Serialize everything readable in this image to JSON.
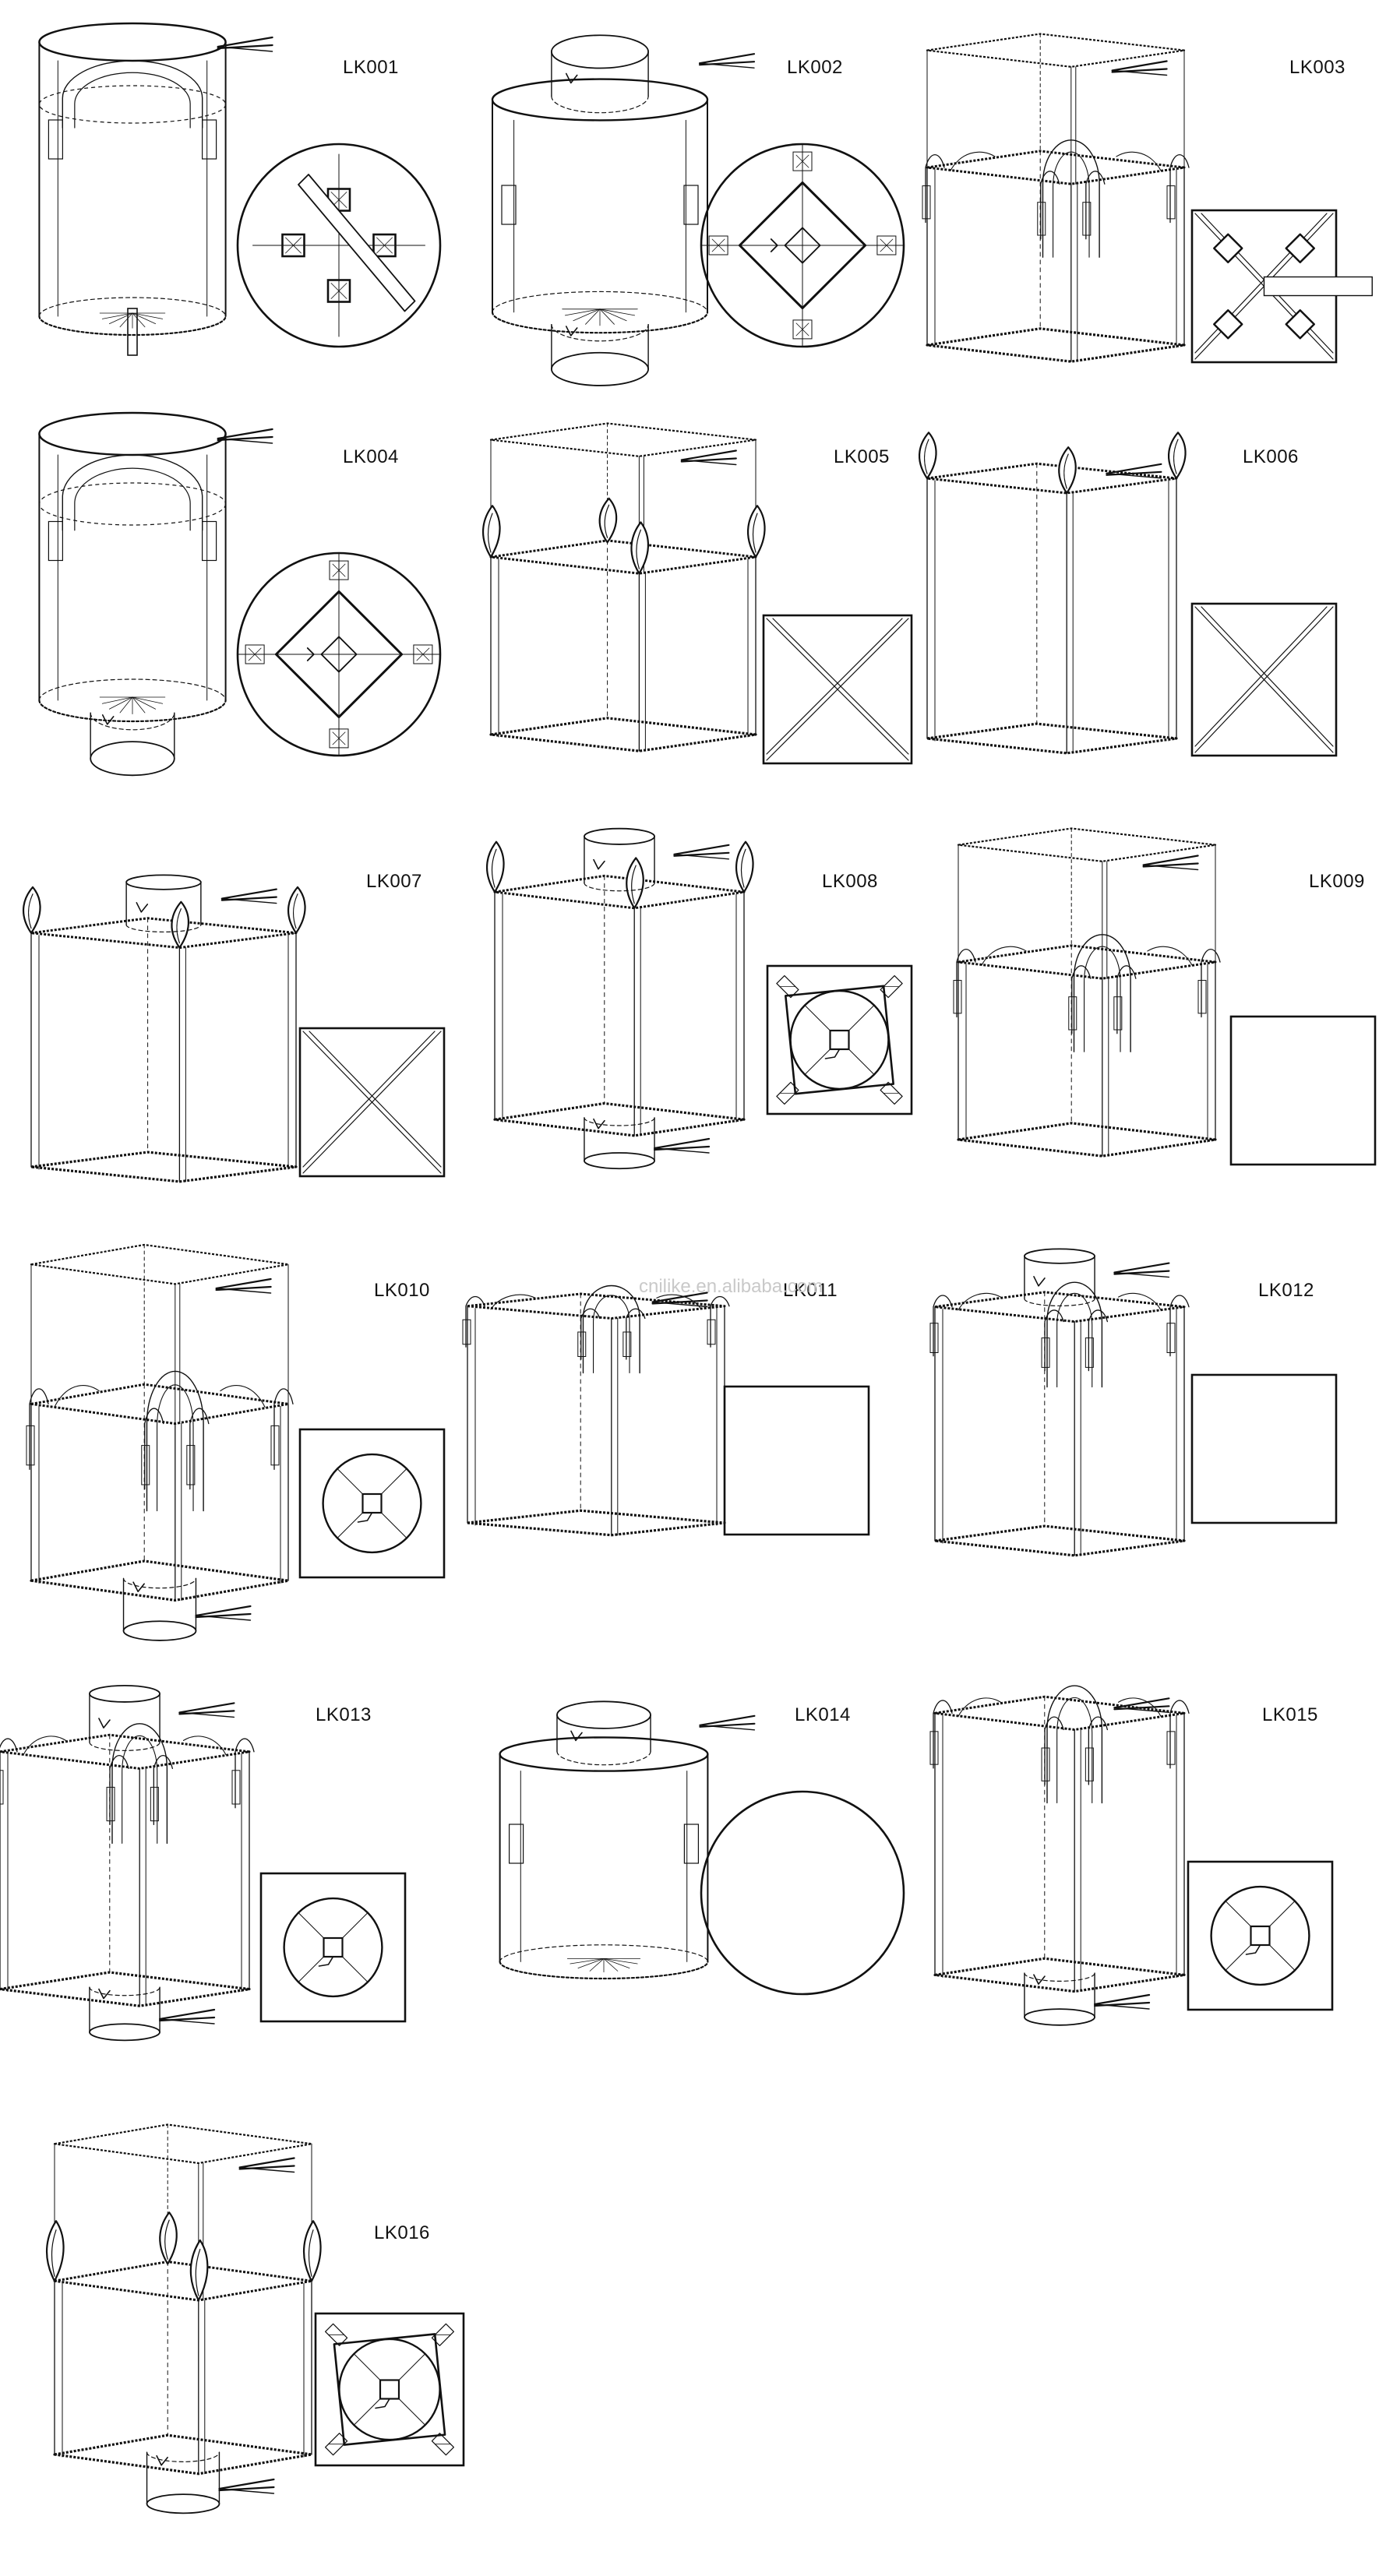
{
  "watermark": "cnilike.en.alibaba.com",
  "products": [
    {
      "code": "LK001",
      "shape": "cylinder",
      "top": "open",
      "bottom": "spout-plug",
      "loops": "cross-corner",
      "plan": "circle-4-loops"
    },
    {
      "code": "LK002",
      "shape": "cylinder",
      "top": "spout",
      "bottom": "spout",
      "loops": "side-seam",
      "plan": "circle-diamond"
    },
    {
      "code": "LK003",
      "shape": "square",
      "top": "duffle",
      "bottom": "flat",
      "loops": "cross-corner",
      "plan": "square-x-loops"
    },
    {
      "code": "LK004",
      "shape": "cylinder",
      "top": "open",
      "bottom": "spout",
      "loops": "cross-corner",
      "plan": "circle-diamond"
    },
    {
      "code": "LK005",
      "shape": "square",
      "top": "duffle",
      "bottom": "flat",
      "loops": "petal",
      "plan": "square-x"
    },
    {
      "code": "LK006",
      "shape": "square",
      "top": "open",
      "bottom": "flat",
      "loops": "petal",
      "plan": "square-x"
    },
    {
      "code": "LK007",
      "shape": "square",
      "top": "spout",
      "bottom": "flat",
      "loops": "petal",
      "plan": "square-x"
    },
    {
      "code": "LK008",
      "shape": "square",
      "top": "spout",
      "bottom": "spout",
      "loops": "petal",
      "plan": "square-circle-loops"
    },
    {
      "code": "LK009",
      "shape": "square",
      "top": "duffle",
      "bottom": "flat",
      "loops": "cross-corner",
      "plan": "square"
    },
    {
      "code": "LK010",
      "shape": "square",
      "top": "duffle",
      "bottom": "spout",
      "loops": "cross-corner",
      "plan": "square-circle"
    },
    {
      "code": "LK011",
      "shape": "square",
      "top": "open",
      "bottom": "flat",
      "loops": "cross-corner",
      "plan": "square"
    },
    {
      "code": "LK012",
      "shape": "square",
      "top": "spout",
      "bottom": "flat",
      "loops": "cross-corner",
      "plan": "square"
    },
    {
      "code": "LK013",
      "shape": "square",
      "top": "spout",
      "bottom": "spout",
      "loops": "cross-corner",
      "plan": "square-circle"
    },
    {
      "code": "LK014",
      "shape": "cylinder",
      "top": "spout",
      "bottom": "flat",
      "loops": "side-seam",
      "plan": "circle"
    },
    {
      "code": "LK015",
      "shape": "square",
      "top": "open",
      "bottom": "spout",
      "loops": "cross-corner",
      "plan": "square-circle"
    },
    {
      "code": "LK016",
      "shape": "square",
      "top": "duffle",
      "bottom": "spout",
      "loops": "petal",
      "plan": "square-circle-loops"
    }
  ]
}
